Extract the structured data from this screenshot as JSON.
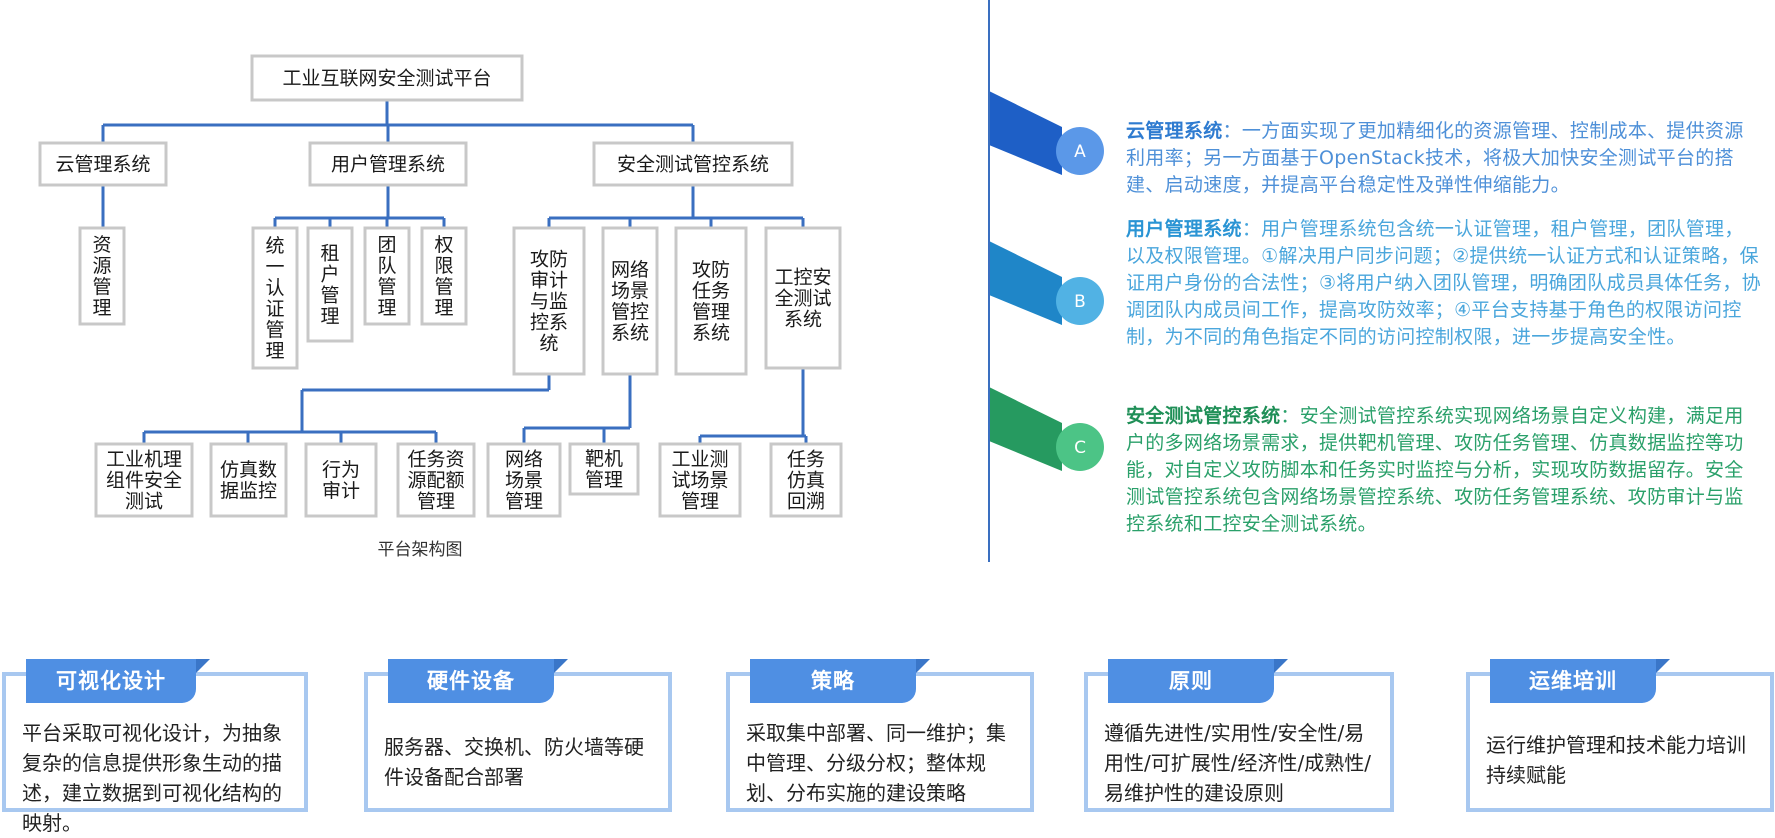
{
  "diagram": {
    "caption": "平台架构图",
    "nodes": {
      "root": "工业互联网安全测试平台",
      "cloud": "云管理系统",
      "user": "用户管理系统",
      "sec": "安全测试管控系统",
      "res": [
        "资",
        "源",
        "管",
        "理"
      ],
      "auth": [
        "统",
        "一",
        "认",
        "证",
        "管",
        "理"
      ],
      "tenant": [
        "租",
        "户",
        "管",
        "理"
      ],
      "team": [
        "团",
        "队",
        "管",
        "理"
      ],
      "perm": [
        "权",
        "限",
        "管",
        "理"
      ],
      "audit": [
        "攻防",
        "审计",
        "与监",
        "控系",
        "统"
      ],
      "netscene": [
        "网络",
        "场景",
        "管控",
        "系统"
      ],
      "task": [
        "攻防",
        "任务",
        "管理",
        "系统"
      ],
      "ics": [
        "工控安",
        "全测试",
        "系统"
      ],
      "ind": [
        "工业机理",
        "组件安全",
        "测试"
      ],
      "sim": [
        "仿真数",
        "据监控"
      ],
      "behav": [
        "行为",
        "审计"
      ],
      "quota": [
        "任务资",
        "源配额",
        "管理"
      ],
      "netmgr": [
        "网络",
        "场景",
        "管理"
      ],
      "target": [
        "靶机",
        "管理"
      ],
      "icsscene": [
        "工业测",
        "试场景",
        "管理"
      ],
      "replay": [
        "任务",
        "仿真",
        "回溯"
      ]
    }
  },
  "info": [
    {
      "marker": "A",
      "title": "云管理系统",
      "sep": "：",
      "text": "一方面实现了更加精细化的资源管理、控制成本、提供资源利用率；另一方面基于OpenStack技术，将极大加快安全测试平台的搭建、启动速度，并提高平台稳定性及弹性伸缩能力。",
      "color": "#2e7bd0"
    },
    {
      "marker": "B",
      "title": "用户管理系统",
      "sep": "：",
      "text": "用户管理系统包含统一认证管理，租户管理，团队管理，以及权限管理。①解决用户同步问题；②提供统一认证方式和认证策略，保证用户身份的合法性；③将用户纳入团队管理，明确团队成员具体任务，协调团队内成员间工作，提高攻防效率；④平台支持基于角色的权限访问控制，为不同的角色指定不同的访问控制权限，进一步提高安全性。",
      "color": "#2a94d4"
    },
    {
      "marker": "C",
      "title": "安全测试管控系统",
      "sep": "：",
      "text": "安全测试管控系统实现网络场景自定义构建，满足用户的多网络场景需求，提供靶机管理、攻防任务管理、仿真数据监控等功能，对自定义攻防脚本和任务实时监控与分析，实现攻防数据留存。安全测试管控系统包含网络场景管控系统、攻防任务管理系统、攻防审计与监控系统和工控安全测试系统。",
      "color": "#1f8f57"
    }
  ],
  "cards": [
    {
      "title": "可视化设计",
      "text": "平台采取可视化设计，为抽象复杂的信息提供形象生动的描述，建立数据到可视化结构的映射。"
    },
    {
      "title": "硬件设备",
      "text": "服务器、交换机、防火墙等硬件设备配合部署"
    },
    {
      "title": "策略",
      "text": "采取集中部署、同一维护；集中管理、分级分权；整体规划、分布实施的建设策略"
    },
    {
      "title": "原则",
      "text": "遵循先进性/实用性/安全性/易用性/可扩展性/经济性/成熟性/易维护性的建设原则"
    },
    {
      "title": "运维培训",
      "text": "运行维护管理和技术能力培训持续赋能"
    }
  ],
  "colors": {
    "connector": "#3a6fc0",
    "card_tab": "#4f8fe3",
    "card_border": "#a8c8f0"
  }
}
